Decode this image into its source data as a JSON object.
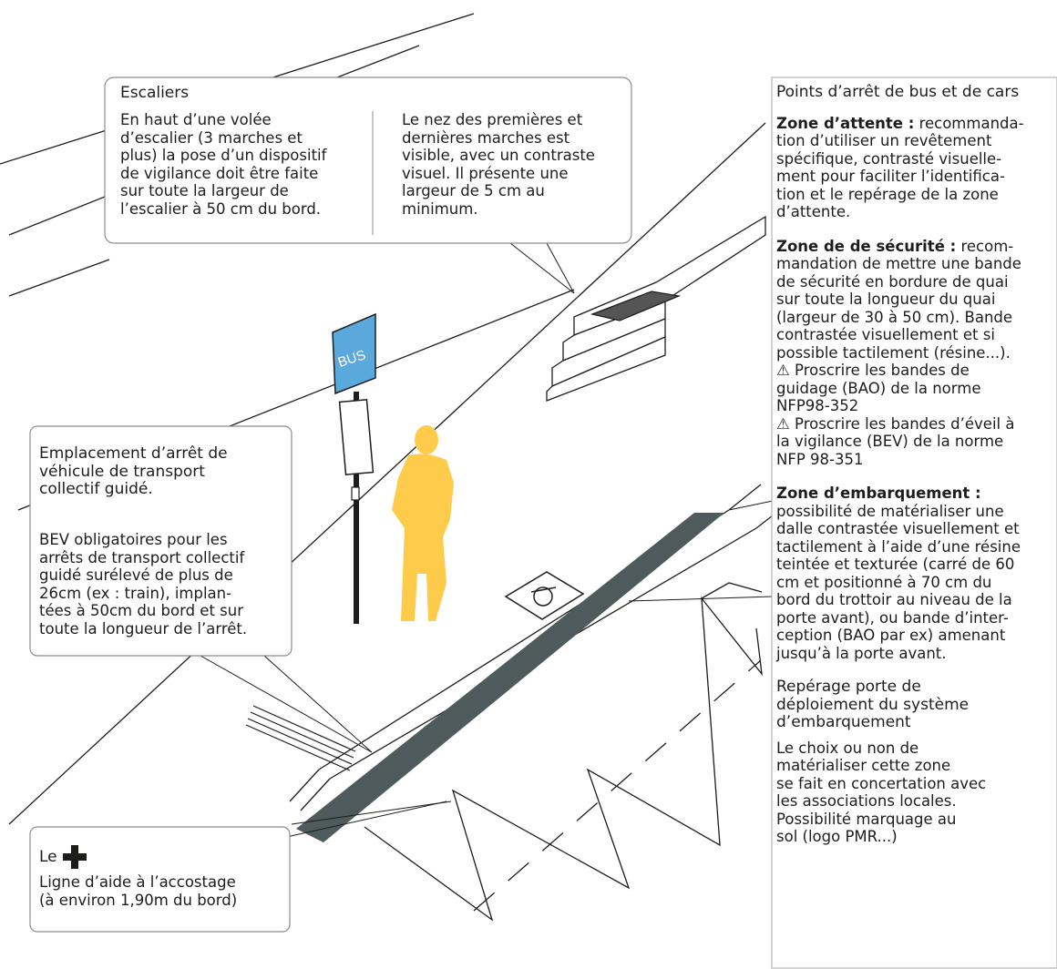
{
  "stairs_callout": {
    "title": "Escaliers",
    "left_text": "En haut d’une volée\nd’escalier (3 marches et\nplus) la pose d’un dispositif\nde vigilance doit être faite\nsur toute la largeur de\nl’escalier à 50 cm du bord.",
    "right_text": "Le nez des premières et\ndernières marches est\nvisible, avec un contraste\nvisuel. Il présente une\nlargeur de 5 cm au\nminimum."
  },
  "guided_transport_callout": {
    "title": "Emplacement d’arrêt de\nvéhicule de transport\ncollectif guidé.",
    "text": "BEV obligatoires pour les\narrêts de transport collectif\nguidé surélevé de plus de\n26cm (ex : train), implan-\ntées à 50cm du bord et sur\ntoute la longueur de l’arrêt."
  },
  "docking_callout": {
    "title": "Le",
    "text": "Ligne d’aide à l’accostage\n(à environ 1,90m du bord)"
  },
  "bus_sign": {
    "label": "BUS"
  },
  "bus_stop_panel": {
    "title": "Points d’arrêt de bus et de cars",
    "waiting_zone": {
      "heading": "Zone d’attente :",
      "text": " recommanda-\ntion d’utiliser un revêtement\nspécifique, contrasté visuelle-\nment pour faciliter l’identifica-\ntion et le repérage de la zone\nd’attente."
    },
    "safety_zone": {
      "heading": "Zone de de sécurité :",
      "text": " recom-\nmandation de mettre une bande\nde sécurité en bordure de quai\nsur toute la longueur du quai\n(largeur de 30 à 50 cm). Bande\ncontrastée visuellement et si\npossible tactilement (résine...).",
      "warning_1": "⚠ Proscrire les bandes de\nguidage (BAO)  de la norme\nNFP98-352",
      "warning_2": "⚠ Proscrire les bandes d’éveil à\nla vigilance (BEV) de la norme\nNFP 98-351"
    },
    "boarding_zone": {
      "heading": "Zone d’embarquement :",
      "text": "possibilité de matérialiser une\ndalle contrastée visuellement et\ntactilement à l’aide d’une résine\nteintée et texturée (carré de 60\ncm et positionné à 70 cm du\nbord du trottoir au niveau de la\nporte avant), ou bande d’inter-\nception (BAO par ex) amenant\njusqu’à la porte avant."
    },
    "door_marking": {
      "heading": "Repérage porte de\ndéploiement du système\nd’embarquement",
      "text": "Le choix ou non de\nmatérialiser  cette zone\nse fait en concertation avec\nles associations locales.\nPossibilité marquage au\nsol (logo PMR...)"
    }
  },
  "colors": {
    "figure": "#fecb4b",
    "sign": "#5ba8dc",
    "strip": "#4e5a5c",
    "line": "#1d1d1b",
    "panel_border": "#b5b5b5"
  }
}
